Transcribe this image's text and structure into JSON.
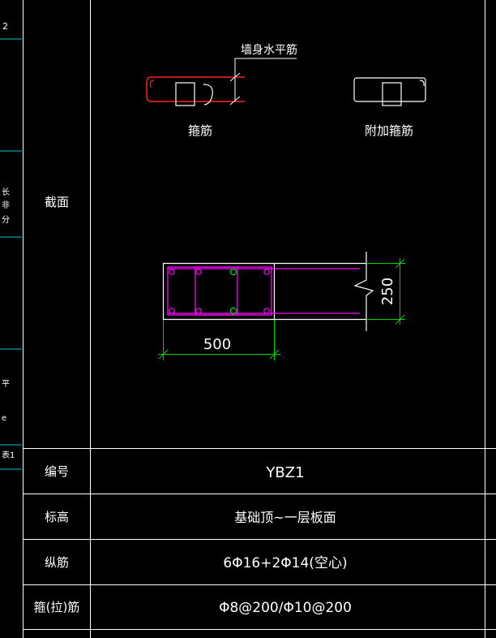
{
  "left_strip": {
    "marks": [
      "2",
      "长",
      "非",
      "分",
      "平",
      "e",
      "表1"
    ]
  },
  "section": {
    "row_label": "截面",
    "stirrup_label": "箍筋",
    "wall_rebar_label": "墙身水平筋",
    "extra_stirrup_label": "附加箍筋",
    "dim_length": "500",
    "dim_thickness": "250"
  },
  "table": {
    "rows": [
      {
        "label": "编号",
        "value": "YBZ1"
      },
      {
        "label": "标高",
        "value": "基础顶~一层板面"
      },
      {
        "label": "纵筋",
        "value": "6Φ16+2Φ14(空心)"
      },
      {
        "label": "箍(拉)筋",
        "value": "Φ8@200/Φ10@200"
      }
    ]
  },
  "colors": {
    "background": "#000000",
    "grid_line": "#ffffff",
    "left_strip_line": "#00c8c8",
    "stirrup_red": "#ff2020",
    "rebar_magenta": "#ff00ff",
    "point_green": "#00e000",
    "dimension_green": "#00d000"
  }
}
